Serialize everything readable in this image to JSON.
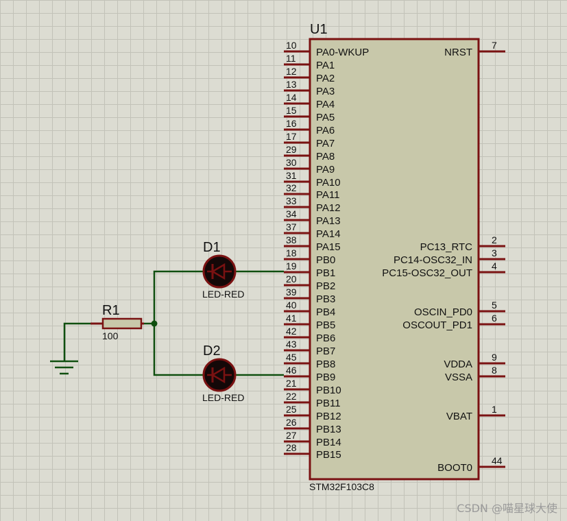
{
  "chip": {
    "ref": "U1",
    "part": "STM32F103C8",
    "left_pins": [
      {
        "num": "10",
        "name": "PA0-WKUP"
      },
      {
        "num": "11",
        "name": "PA1"
      },
      {
        "num": "12",
        "name": "PA2"
      },
      {
        "num": "13",
        "name": "PA3"
      },
      {
        "num": "14",
        "name": "PA4"
      },
      {
        "num": "15",
        "name": "PA5"
      },
      {
        "num": "16",
        "name": "PA6"
      },
      {
        "num": "17",
        "name": "PA7"
      },
      {
        "num": "29",
        "name": "PA8"
      },
      {
        "num": "30",
        "name": "PA9"
      },
      {
        "num": "31",
        "name": "PA10"
      },
      {
        "num": "32",
        "name": "PA11"
      },
      {
        "num": "33",
        "name": "PA12"
      },
      {
        "num": "34",
        "name": "PA13"
      },
      {
        "num": "37",
        "name": "PA14"
      },
      {
        "num": "38",
        "name": "PA15"
      },
      {
        "num": "18",
        "name": "PB0"
      },
      {
        "num": "19",
        "name": "PB1"
      },
      {
        "num": "20",
        "name": "PB2"
      },
      {
        "num": "39",
        "name": "PB3"
      },
      {
        "num": "40",
        "name": "PB4"
      },
      {
        "num": "41",
        "name": "PB5"
      },
      {
        "num": "42",
        "name": "PB6"
      },
      {
        "num": "43",
        "name": "PB7"
      },
      {
        "num": "45",
        "name": "PB8"
      },
      {
        "num": "46",
        "name": "PB9"
      },
      {
        "num": "21",
        "name": "PB10"
      },
      {
        "num": "22",
        "name": "PB11"
      },
      {
        "num": "25",
        "name": "PB12"
      },
      {
        "num": "26",
        "name": "PB13"
      },
      {
        "num": "27",
        "name": "PB14"
      },
      {
        "num": "28",
        "name": "PB15"
      }
    ],
    "right_pins": [
      {
        "num": "7",
        "name": "NRST",
        "slot": 0
      },
      {
        "num": "2",
        "name": "PC13_RTC",
        "slot": 15
      },
      {
        "num": "3",
        "name": "PC14-OSC32_IN",
        "slot": 16
      },
      {
        "num": "4",
        "name": "PC15-OSC32_OUT",
        "slot": 17
      },
      {
        "num": "5",
        "name": "OSCIN_PD0",
        "slot": 20
      },
      {
        "num": "6",
        "name": "OSCOUT_PD1",
        "slot": 21
      },
      {
        "num": "9",
        "name": "VDDA",
        "slot": 24
      },
      {
        "num": "8",
        "name": "VSSA",
        "slot": 25
      },
      {
        "num": "1",
        "name": "VBAT",
        "slot": 28
      },
      {
        "num": "44",
        "name": "BOOT0",
        "slot": 32
      }
    ]
  },
  "d1": {
    "ref": "D1",
    "value": "LED-RED"
  },
  "d2": {
    "ref": "D2",
    "value": "LED-RED"
  },
  "r1": {
    "ref": "R1",
    "value": "100"
  },
  "watermark": "CSDN @喵星球大使",
  "colors": {
    "background": "#dcdcd2",
    "grid": "#c2c2b8",
    "chip_body": "#c8c8aa",
    "outline": "#7a1212",
    "wire": "#0f4f0f",
    "led_body": "#7a1212"
  }
}
